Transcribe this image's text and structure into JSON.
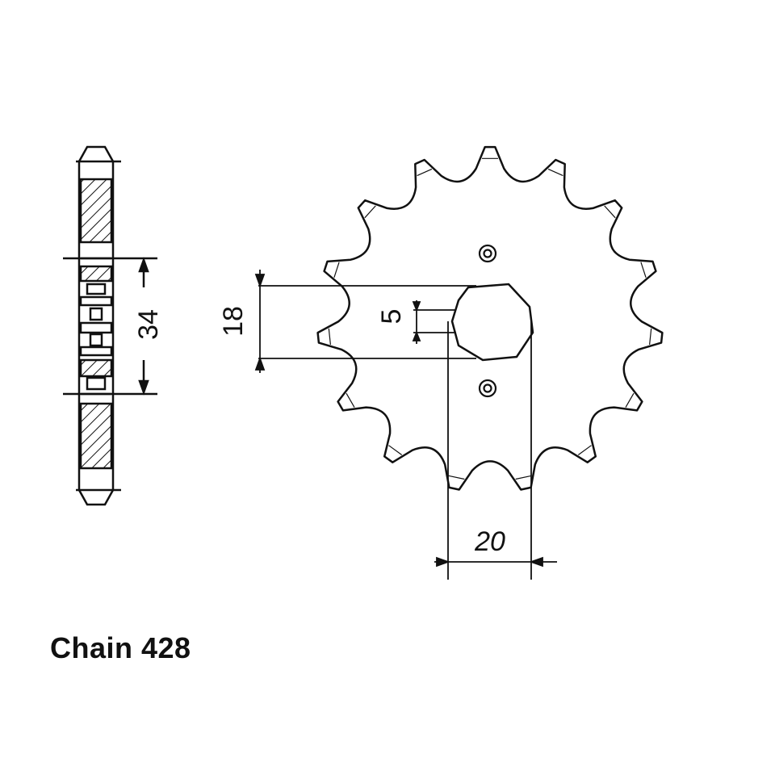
{
  "diagram": {
    "caption": "Chain 428",
    "teeth": 15,
    "dimensions": {
      "shaft_diameter": "18",
      "side_width": "34",
      "keyway": "5",
      "spline_width": "20"
    }
  },
  "colors": {
    "line": "#111111",
    "background": "#ffffff"
  }
}
